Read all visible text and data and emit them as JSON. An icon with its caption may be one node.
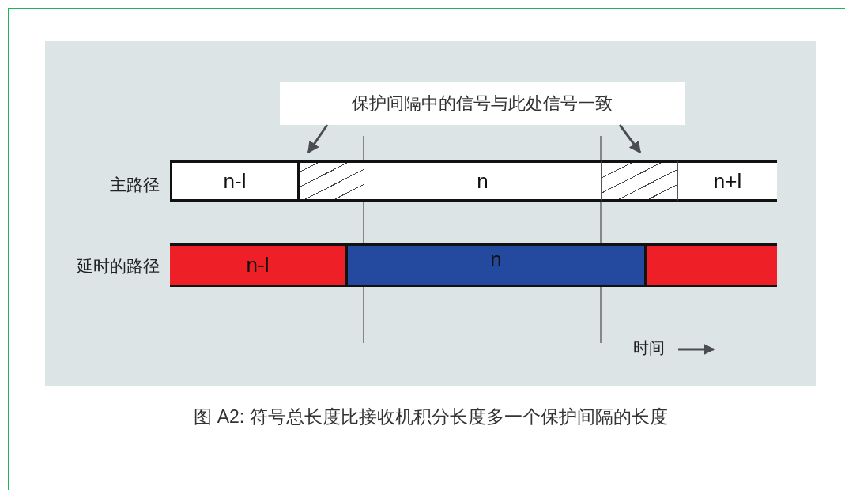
{
  "diagram": {
    "caption": "图 A2: 符号总长度比接收机积分长度多一个保护间隔的长度",
    "nodes": [
      {
        "text": [
          "保护间隔中的信号与此处信号一致"
        ]
      },
      {
        "text": [
          "n-l"
        ]
      },
      {
        "text": [],
        "shape": "box"
      },
      {
        "text": [
          "n"
        ]
      },
      {
        "text": [],
        "shape": "box"
      },
      {
        "text": [
          "n+l"
        ]
      },
      {
        "text": [
          "n-l"
        ]
      },
      {
        "text": [
          "n"
        ]
      },
      {
        "text": [],
        "shape": "bar"
      }
    ],
    "edges": [
      {
        "from": 0,
        "to": 2,
        "arrow": "to"
      },
      {
        "from": 0,
        "to": 4,
        "arrow": "to"
      }
    ],
    "labels": [
      "主路径",
      "延时的路径",
      "时间"
    ]
  }
}
